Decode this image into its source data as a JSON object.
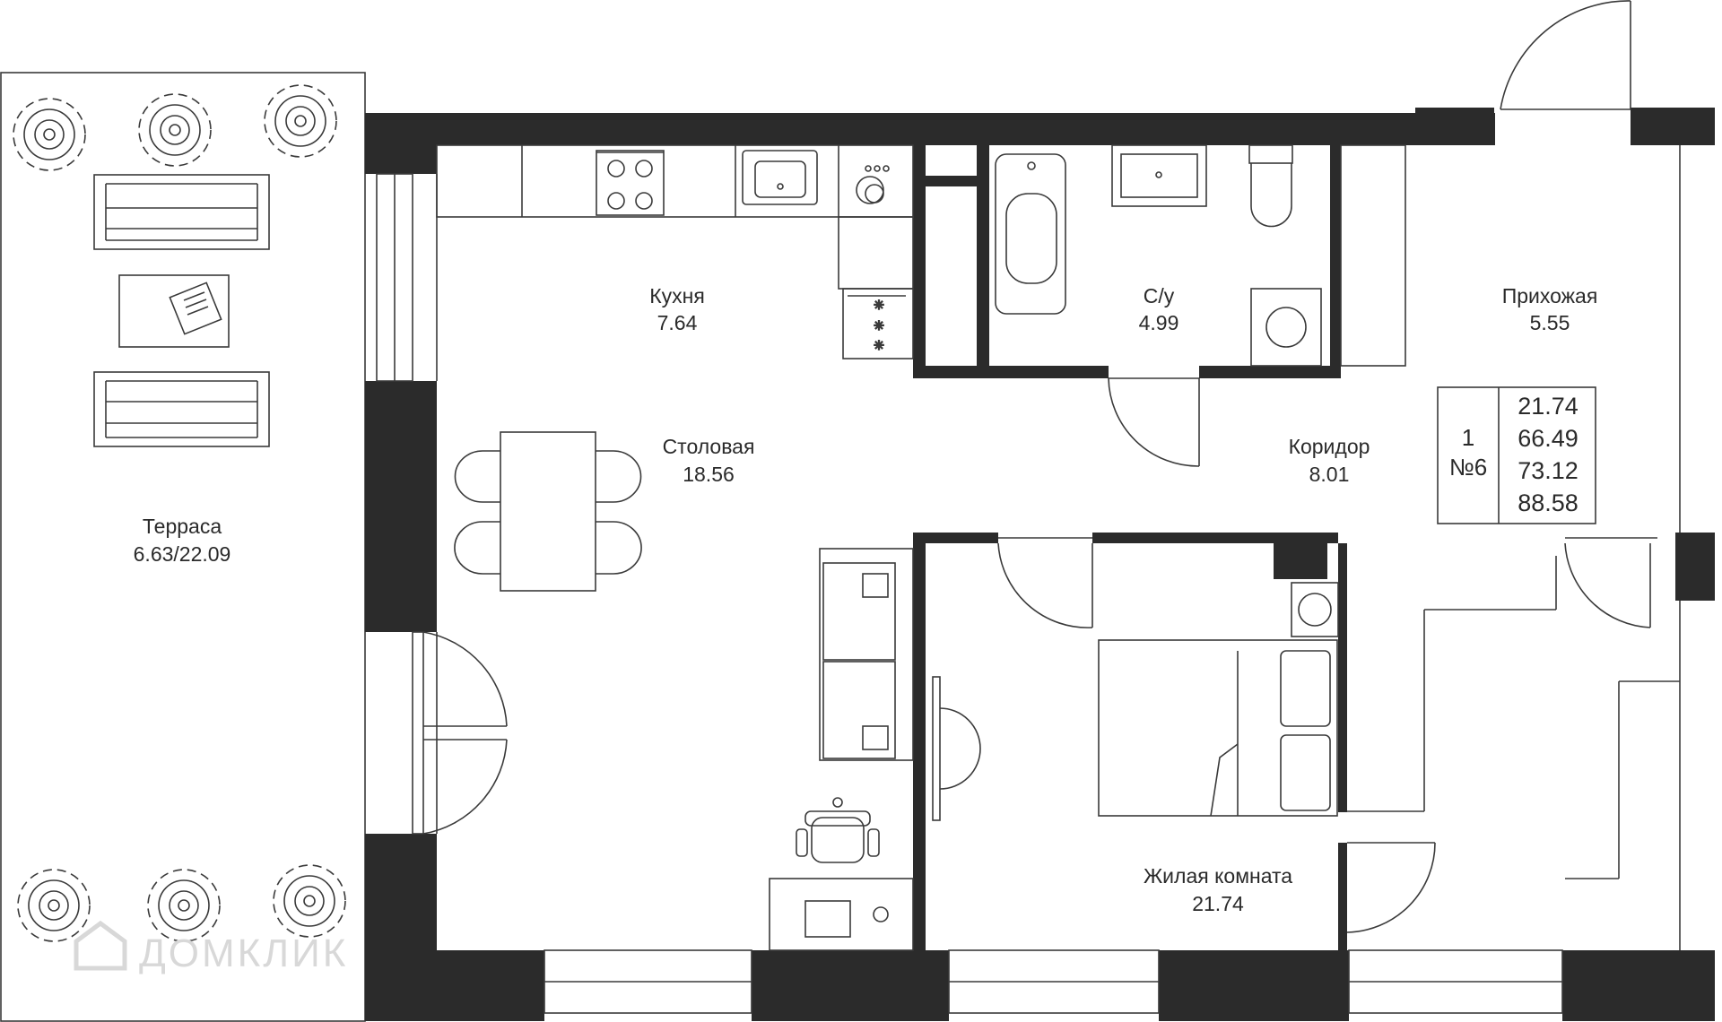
{
  "rooms": {
    "terrace": {
      "name": "Терраса",
      "area": "6.63/22.09"
    },
    "kitchen": {
      "name": "Кухня",
      "area": "7.64"
    },
    "dining": {
      "name": "Столовая",
      "area": "18.56"
    },
    "bathroom": {
      "name": "С/у",
      "area": "4.99"
    },
    "hallway": {
      "name": "Прихожая",
      "area": "5.55"
    },
    "corridor": {
      "name": "Коридор",
      "area": "8.01"
    },
    "living": {
      "name": "Жилая комната",
      "area": "21.74"
    }
  },
  "apartment": {
    "rooms_count": "1",
    "number": "№6",
    "living_area": "21.74",
    "area_without_terrace": "66.49",
    "total_area": "73.12",
    "total_with_terrace": "88.58"
  },
  "watermark": {
    "text": "ДОМКЛИК"
  },
  "colors": {
    "wall": "#2b2b2b",
    "line": "#3a3a3a",
    "text": "#2a2a2a",
    "watermark": "#d8d8d8"
  }
}
